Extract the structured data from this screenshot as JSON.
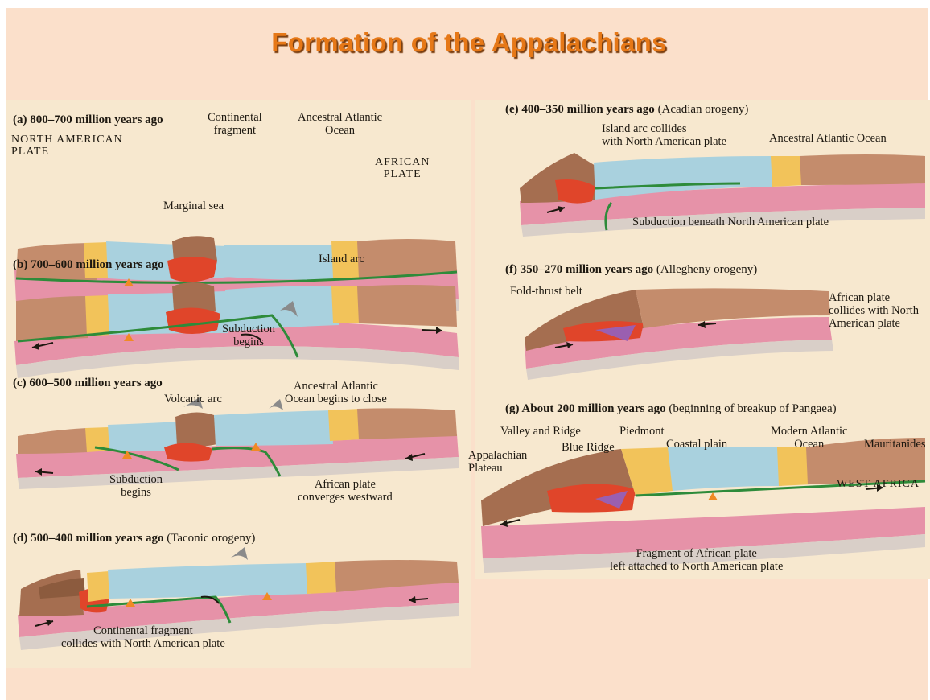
{
  "title": "Formation of the Appalachians",
  "colors": {
    "title": "#e67817",
    "background": "#fbe0cb",
    "ocean": "#a9d1de",
    "continental_crust": "#c48c6c",
    "shelf": "#f2c35a",
    "mantle": "#e692a8",
    "magma": "#e0452a",
    "subduction_line": "#2e8b3a"
  },
  "stages": {
    "a": {
      "heading_bold": "(a) 800–700 million years ago",
      "heading_note": "",
      "labels": {
        "north_american_plate": "NORTH AMERICAN\nPLATE",
        "continental_fragment": "Continental\nfragment",
        "ancestral_atlantic": "Ancestral Atlantic\nOcean",
        "african_plate": "AFRICAN\nPLATE",
        "marginal_sea": "Marginal sea"
      }
    },
    "b": {
      "heading_bold": "(b) 700–600 million years ago",
      "heading_note": "",
      "labels": {
        "island_arc": "Island arc",
        "subduction_begins": "Subduction\nbegins"
      }
    },
    "c": {
      "heading_bold": "(c) 600–500 million years ago",
      "heading_note": "",
      "labels": {
        "volcanic_arc": "Volcanic arc",
        "ocean_begins_close": "Ancestral Atlantic\nOcean begins to close",
        "subduction_begins": "Subduction\nbegins",
        "african_converges": "African plate\nconverges westward"
      }
    },
    "d": {
      "heading_bold": "(d) 500–400 million years ago",
      "heading_note": "(Taconic orogeny)",
      "labels": {
        "fragment_collides": "Continental fragment\ncollides with North American plate"
      }
    },
    "e": {
      "heading_bold": "(e) 400–350 million years ago",
      "heading_note": "(Acadian orogeny)",
      "labels": {
        "island_arc_collides": "Island arc collides\nwith North American plate",
        "ancestral_atlantic": "Ancestral Atlantic Ocean",
        "subduction_beneath": "Subduction beneath North American plate"
      }
    },
    "f": {
      "heading_bold": "(f) 350–270 million years ago",
      "heading_note": "(Allegheny orogeny)",
      "labels": {
        "fold_thrust": "Fold-thrust belt",
        "african_collides": "African plate\ncollides with North\nAmerican plate"
      }
    },
    "g": {
      "heading_bold": "(g) About 200 million years ago",
      "heading_note": "(beginning of breakup of Pangaea)",
      "labels": {
        "valley_ridge": "Valley and Ridge",
        "blue_ridge": "Blue Ridge",
        "piedmont": "Piedmont",
        "coastal_plain": "Coastal plain",
        "modern_atlantic": "Modern Atlantic\nOcean",
        "mauritanides": "Mauritanides",
        "appalachian_plateau": "Appalachian\nPlateau",
        "west_africa": "WEST AFRICA",
        "fragment_attached": "Fragment of African plate\nleft attached to North American plate"
      }
    }
  }
}
